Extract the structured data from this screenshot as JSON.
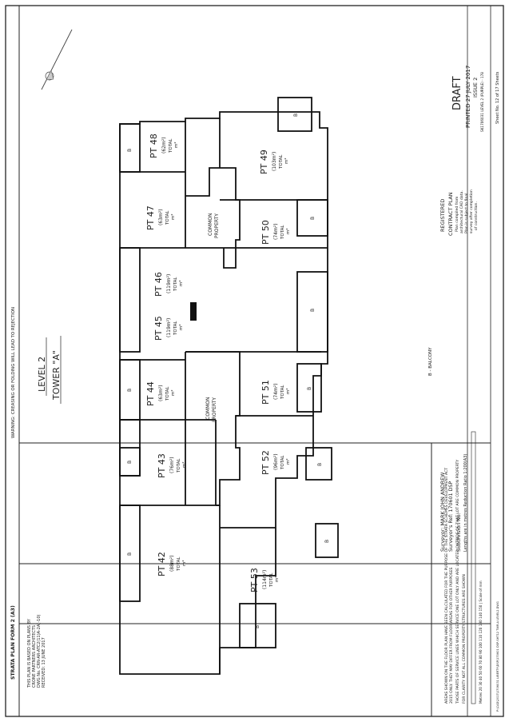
{
  "header": {
    "form_title": "STRATA PLAN FORM 2 (A3)",
    "warning": "WARNING: CREASING OR FOLDING WILL LEAD TO REJECTION",
    "sheet_no": "Sheet No. 12 of 17 Sheets"
  },
  "title": {
    "level": "LEVEL 2",
    "tower": "TOWER \"A\""
  },
  "source_note": [
    "THIS PLAN IS BASED ON PLANS BY",
    "CRONE PARTNERS ARCHITECTS",
    "DWG No. CRN-AR-ATC2(11)A-2A(-10)",
    "RECEIVED: 13 JUNE 2017"
  ],
  "lots": [
    {
      "id": "PT 42",
      "area": "(88m²)"
    },
    {
      "id": "PT 43",
      "area": "(76m²)"
    },
    {
      "id": "PT 44",
      "area": "(63m²)"
    },
    {
      "id": "PT 45",
      "area": "(119m²)"
    },
    {
      "id": "PT 46",
      "area": "(119m²)"
    },
    {
      "id": "PT 47",
      "area": "(63m²)"
    },
    {
      "id": "PT 48",
      "area": "(62m²)"
    },
    {
      "id": "PT 49",
      "area": "(103m²)"
    },
    {
      "id": "PT 50",
      "area": "(74m²)"
    },
    {
      "id": "PT 51",
      "area": "(74m²)"
    },
    {
      "id": "PT 52",
      "area": "(96m²)"
    },
    {
      "id": "PT 53",
      "area": "(114m²)"
    }
  ],
  "lot_total_label": "TOTAL",
  "lot_unit": "m²",
  "common_property": [
    "COMMON",
    "PROPERTY"
  ],
  "balcony_mark": "B",
  "legend": "B - BALCONY",
  "notes": [
    "AREAS SHOWN ON THE FLOOR PLAN HAVE BEEN CALCULATED FOR THE PURPOSE OF THE STRATA SCHEMES DEVELOPMENT ACT",
    "2015 ONLY. THEY MAY DIFFER FROM FLOOR AREAS FOR OTHER PURPOSES",
    "THOSE PARTS OF SERVICE LINES WHICH SERVICE ONE LOT ONLY AND ARE LOCATED OUTSIDE OF THAT LOT ARE COMMON PROPERTY",
    "FOR CLARITY NOT ALL COMMON PROPERTY STRUCTURES ARE SHOWN"
  ],
  "scale_bar": "Metres  20  30  40  50  60  70  80  90  100  110  120  130  140  150 | Scale of mm",
  "surveyor": {
    "name_line": "Surveyor: MARK JOHN ANDREW",
    "ref_line": "Surveyor's Ref: 170601 DSP",
    "subdivision_line": "Subdivision No:",
    "lengths_line": "Lengths are in metres  Reduction Ratio 1:200(A3)"
  },
  "registered_block": {
    "heading": "REGISTERED",
    "sub": "CONTRACT PLAN",
    "lines": [
      "Plan compiled from",
      "architectural CAD data.",
      "Plan is subject to final",
      "survey after completion",
      "of construction."
    ]
  },
  "draft_block": {
    "draft": "DRAFT",
    "printed": "PRINTED 27 JULY 2017",
    "issue": "ISSUE 2",
    "code": "SK1706031 LEVEL 2 (PURPLE) - 178"
  },
  "file_path": "P:\\CAD\\2017\\1706031 LIBERTY\\DSP\\170601 DSP-SHT12 TWR-A LEVEL2.DWG"
}
